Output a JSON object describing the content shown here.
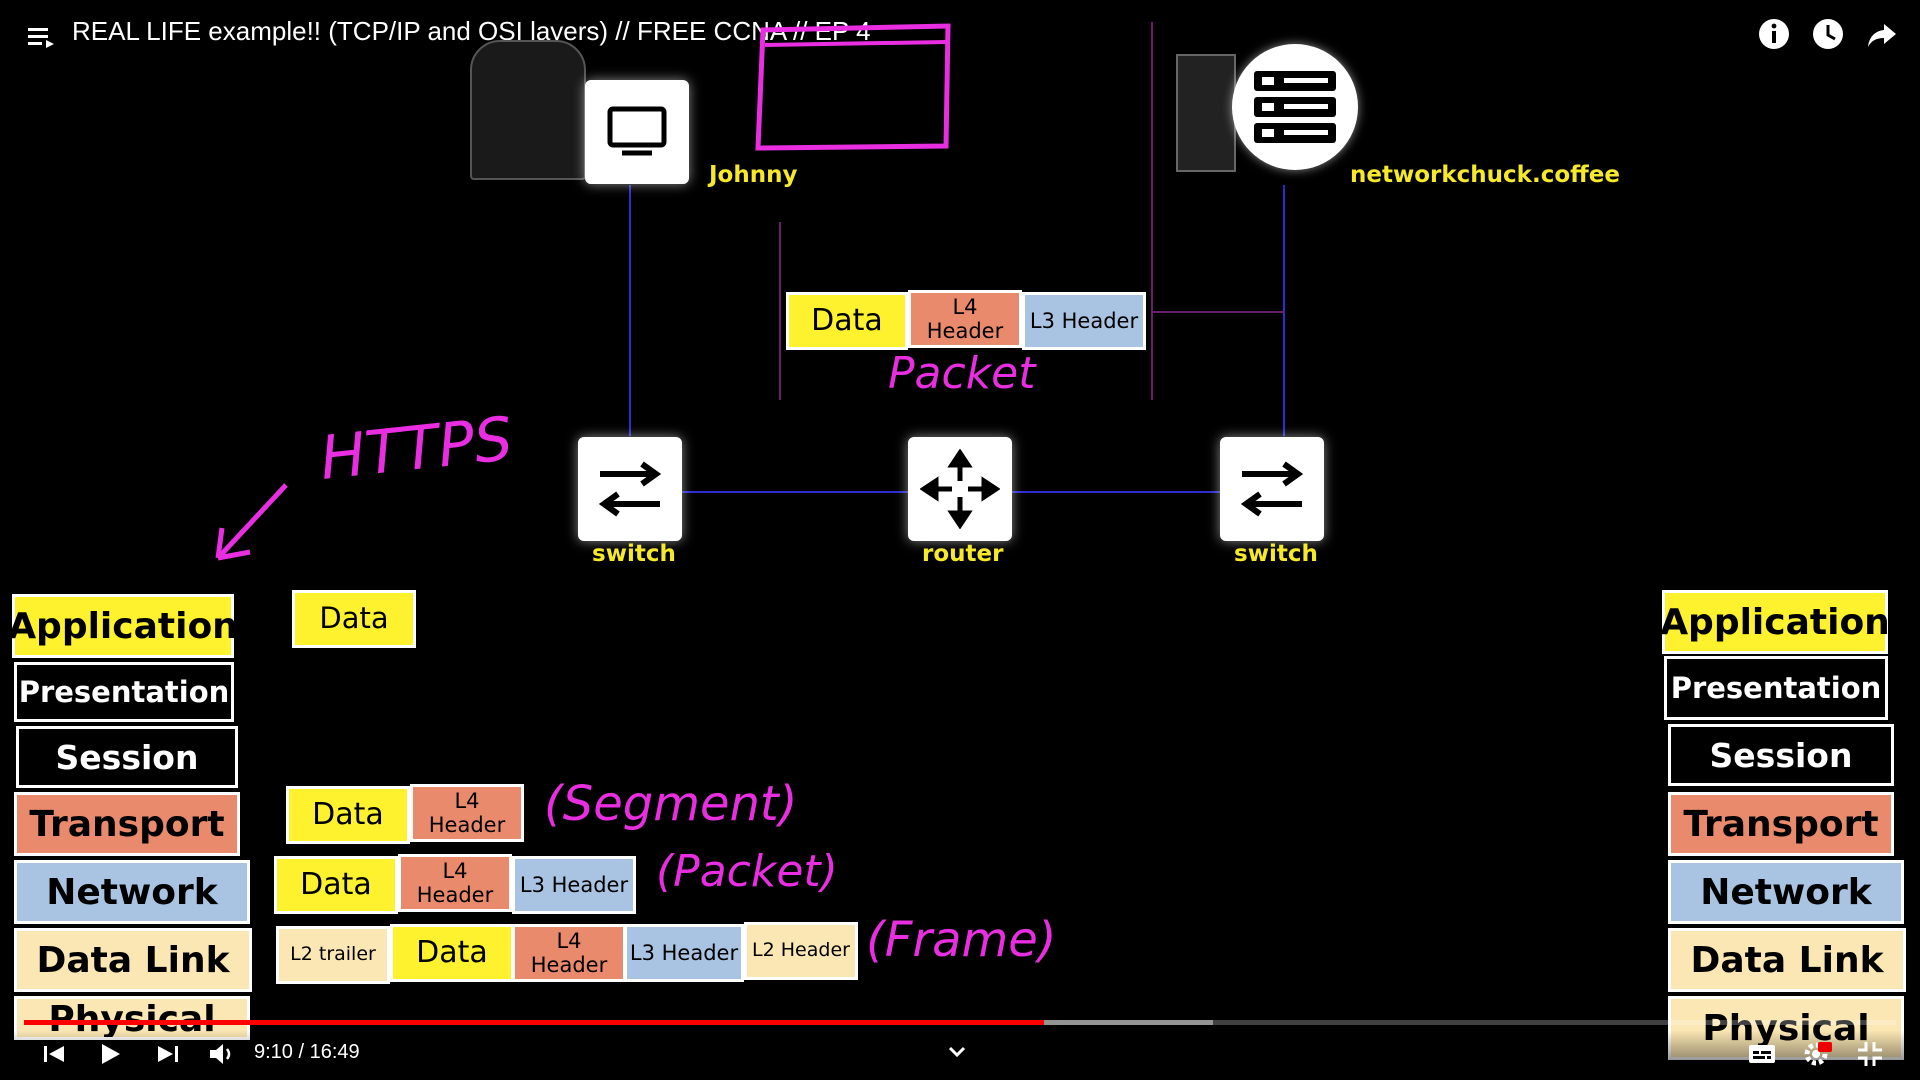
{
  "header": {
    "title": "REAL LIFE example!! (TCP/IP and OSI layers) // FREE CCNA // EP 4"
  },
  "diagram": {
    "nodes": {
      "client_label": "Johnny",
      "server_label": "networkchuck.coffee",
      "switch_left_label": "switch",
      "router_label": "router",
      "switch_right_label": "switch"
    },
    "packet_top": {
      "data": "Data",
      "l4": "L4\nHeader",
      "l3": "L3 Header",
      "caption": "Packet"
    },
    "https_label": "HTTPS",
    "osi_left": [
      "Application",
      "Presentation",
      "Session",
      "Transport",
      "Network",
      "Data Link",
      "Physical"
    ],
    "osi_right": [
      "Application",
      "Presentation",
      "Session",
      "Transport",
      "Network",
      "Data Link",
      "Physical"
    ],
    "app_data": "Data",
    "segment": {
      "data": "Data",
      "l4": "L4\nHeader",
      "caption": "(Segment)"
    },
    "packet": {
      "data": "Data",
      "l4": "L4\nHeader",
      "l3": "L3 Header",
      "caption": "(Packet)"
    },
    "frame": {
      "l2trailer": "L2 trailer",
      "data": "Data",
      "l4": "L4\nHeader",
      "l3": "L3 Header",
      "l2header": "L2 Header",
      "caption": "(Frame)"
    }
  },
  "player": {
    "time": "9:10 / 16:49",
    "progress": 0.545,
    "buffered": 0.635
  },
  "colors": {
    "application": "#fdf22d",
    "transport": "#ea8a6c",
    "network": "#a9c4e2",
    "datalink": "#fbe7b4",
    "label_yellow": "#f5e92a",
    "ink_pink": "#e82ee0",
    "progress_red": "#ff0000"
  }
}
